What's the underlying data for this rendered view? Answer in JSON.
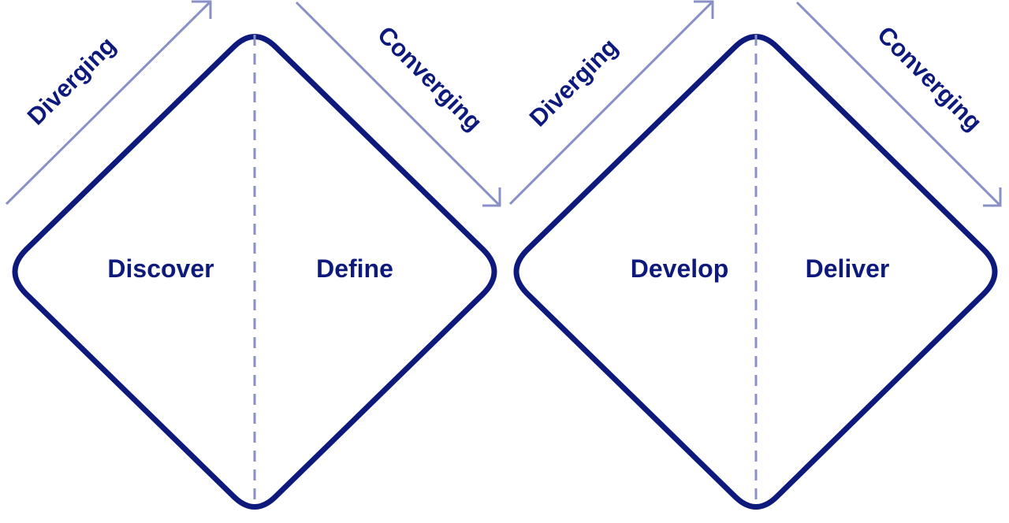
{
  "colors": {
    "diamond_stroke": "#0d1a7c",
    "label": "#0d1a7c",
    "accent": "#8890c6"
  },
  "diamonds": [
    {
      "phases": [
        "Discover",
        "Define"
      ]
    },
    {
      "phases": [
        "Develop",
        "Deliver"
      ]
    }
  ],
  "flow": [
    {
      "label": "Diverging",
      "direction": "up-right"
    },
    {
      "label": "Converging",
      "direction": "down-right"
    },
    {
      "label": "Diverging",
      "direction": "up-right"
    },
    {
      "label": "Converging",
      "direction": "down-right"
    }
  ]
}
